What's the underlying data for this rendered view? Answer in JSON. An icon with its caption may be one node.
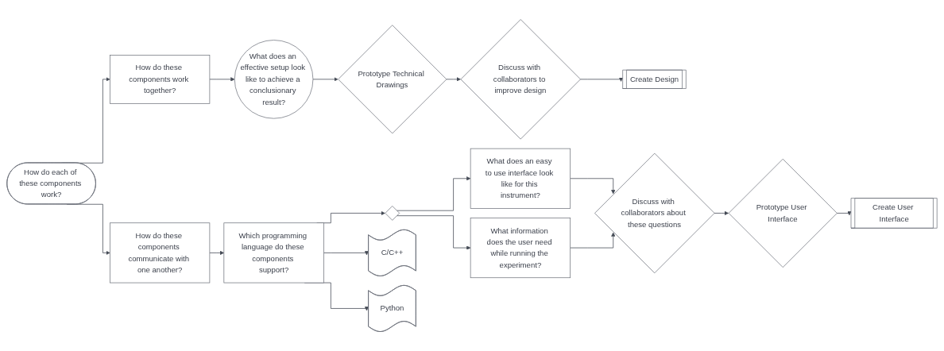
{
  "diagram": {
    "nodes": [
      {
        "text": [
          "How do each of these components work?"
        ]
      },
      {
        "text": [
          "How do these components work together?"
        ]
      },
      {
        "text": [
          "What does an effective setup look like to achieve a conclusionary result?"
        ]
      },
      {
        "text": [
          "Prototype Technical Drawings"
        ]
      },
      {
        "text": [
          "Discuss with collaborators to improve design"
        ]
      },
      {
        "text": [
          "Create Design"
        ]
      },
      {
        "text": [
          "How do these components communicate with one another?"
        ]
      },
      {
        "text": [
          "Which programming language do these components support?"
        ]
      },
      {
        "text": [],
        "shape": "diamond"
      },
      {
        "text": [
          "C/C++"
        ]
      },
      {
        "text": [
          "Python"
        ]
      },
      {
        "text": [
          "What does an easy to use interface look like for this instrument?"
        ]
      },
      {
        "text": [
          "What information does the user need while running the experiment?"
        ]
      },
      {
        "text": [
          "Discuss with collaborators about these questions"
        ]
      },
      {
        "text": [
          "Prototype User Interface"
        ]
      },
      {
        "text": [
          "Create User Interface"
        ]
      }
    ],
    "edges": [
      {
        "from": 0,
        "to": 1,
        "arrow": "to"
      },
      {
        "from": 0,
        "to": 6,
        "arrow": "to"
      },
      {
        "from": 1,
        "to": 2,
        "arrow": "to"
      },
      {
        "from": 2,
        "to": 3,
        "arrow": "to"
      },
      {
        "from": 3,
        "to": 4,
        "arrow": "to"
      },
      {
        "from": 4,
        "to": 5,
        "arrow": "to"
      },
      {
        "from": 6,
        "to": 7,
        "arrow": "to"
      },
      {
        "from": 7,
        "to": 8,
        "arrow": "to"
      },
      {
        "from": 7,
        "to": 9,
        "arrow": "to"
      },
      {
        "from": 7,
        "to": 10,
        "arrow": "to"
      },
      {
        "from": 8,
        "to": 11,
        "arrow": "to"
      },
      {
        "from": 8,
        "to": 12,
        "arrow": "to"
      },
      {
        "from": 11,
        "to": 13,
        "arrow": "to"
      },
      {
        "from": 12,
        "to": 13,
        "arrow": "to"
      },
      {
        "from": 13,
        "to": 14,
        "arrow": "to"
      },
      {
        "from": 14,
        "to": 15,
        "arrow": "to"
      }
    ]
  }
}
